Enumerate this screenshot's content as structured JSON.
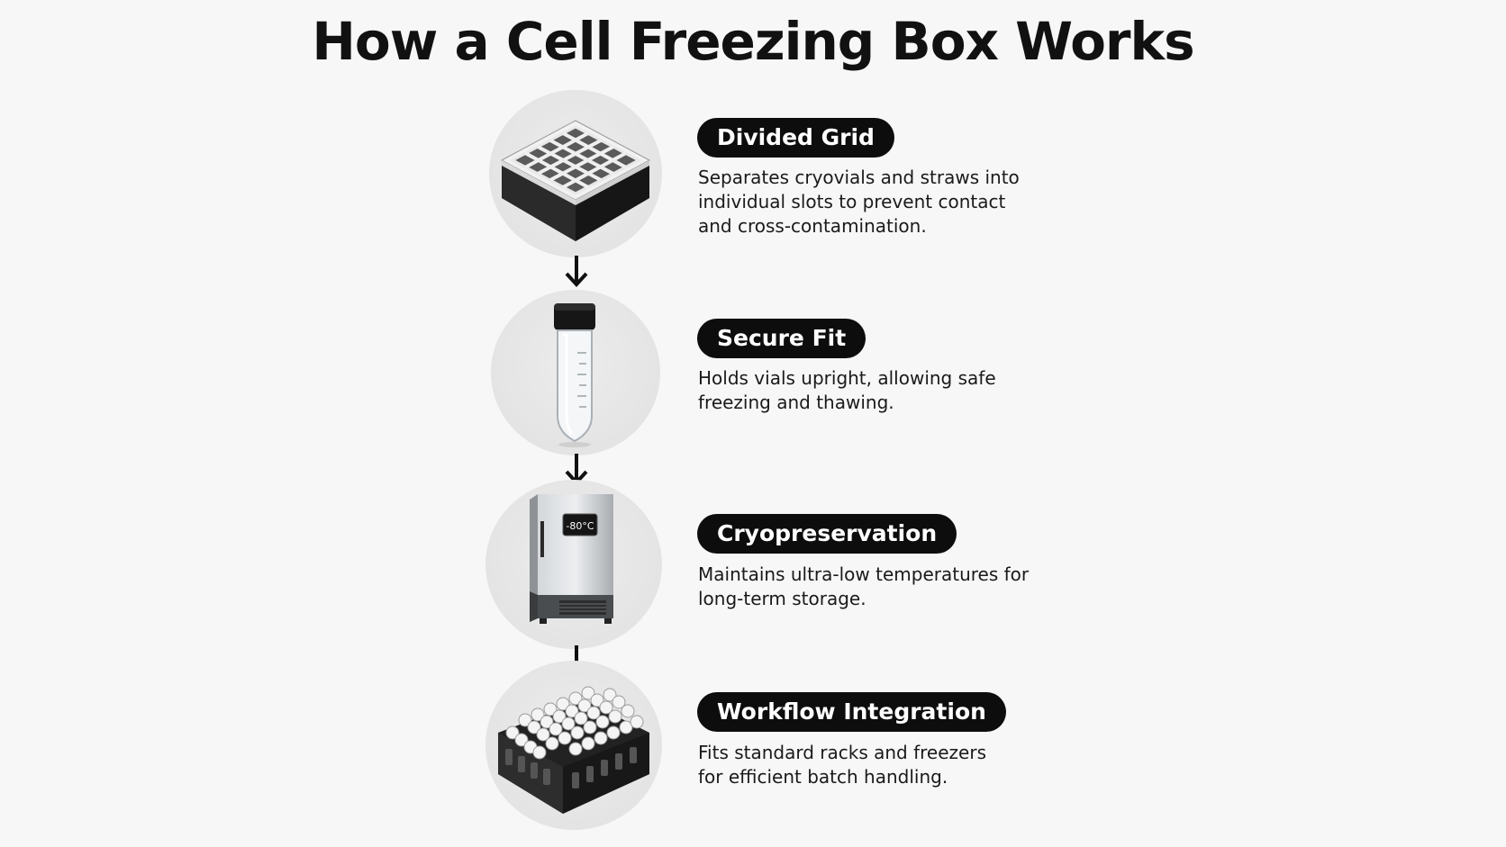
{
  "title": "How a Cell Freezing Box Works",
  "steps": [
    {
      "heading": "Divided Grid",
      "description": "Separates cryovials and straws into individual slots to prevent contact and cross-contamination.",
      "icon": "freezing-box-grid-icon"
    },
    {
      "heading": "Secure Fit",
      "description": "Holds vials upright, allowing safe freezing and thawing.",
      "icon": "cryovial-tube-icon"
    },
    {
      "heading": "Cryopreservation",
      "description": "Maintains ultra-low temperatures for long-term storage.",
      "icon": "ultra-low-freezer-icon",
      "display_reading": "-80°C"
    },
    {
      "heading": "Workflow Integration",
      "description": "Fits standard racks and freezers for efficient batch handling.",
      "icon": "vial-rack-icon"
    }
  ],
  "colors": {
    "background": "#f7f7f7",
    "pill": "#0d0d0d",
    "pill_text": "#ffffff",
    "text": "#111111",
    "circle": "#e6e6e6"
  }
}
